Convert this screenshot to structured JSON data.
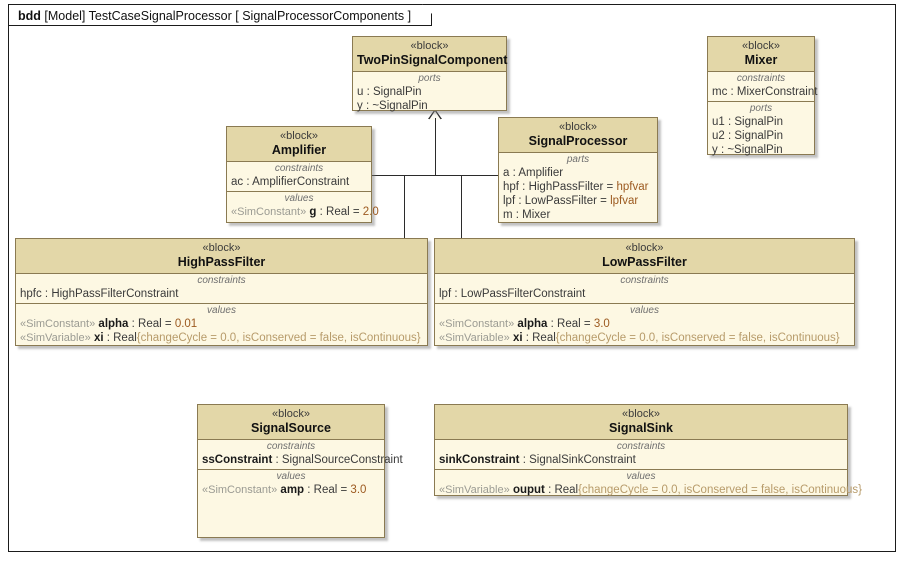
{
  "frame": {
    "kind": "bdd",
    "model": "[Model]",
    "package": "TestCaseSignalProcessor",
    "diagram": "[ SignalProcessorComponents ]"
  },
  "labels": {
    "stereotype_block": "«block»",
    "constraints": "constraints",
    "values": "values",
    "ports": "ports",
    "parts": "parts",
    "sim_constant": "«SimConstant»",
    "sim_variable": "«SimVariable»"
  },
  "colors": {
    "header_fill": "#e3d7a8",
    "body_fill": "#fdf8e3",
    "border": "#8a7a52",
    "value_text": "#9c5a20",
    "tag_text": "#b79b6a",
    "stereotype_text": "#9b9b93",
    "line": "#2b2b2b"
  },
  "blocks": {
    "two_pin": {
      "name": "TwoPinSignalComponent",
      "ports": [
        "u : SignalPin",
        "y : ~SignalPin"
      ]
    },
    "mixer": {
      "name": "Mixer",
      "constraints": [
        "mc : MixerConstraint"
      ],
      "ports": [
        "u1 : SignalPin",
        "u2 : SignalPin",
        "y : ~SignalPin"
      ]
    },
    "amplifier": {
      "name": "Amplifier",
      "constraints": [
        "ac : AmplifierConstraint"
      ],
      "value_stereo": "«SimConstant»",
      "value_name": "g",
      "value_type": " : Real = ",
      "value_num": "2.0"
    },
    "signal_processor": {
      "name": "SignalProcessor",
      "parts": [
        {
          "text": "a : Amplifier",
          "assign": ""
        },
        {
          "text": "hpf : HighPassFilter = ",
          "assign": "hpfvar"
        },
        {
          "text": "lpf : LowPassFilter = ",
          "assign": "lpfvar"
        },
        {
          "text": "m : Mixer",
          "assign": ""
        }
      ]
    },
    "high_pass": {
      "name": "HighPassFilter",
      "constraint": "hpfc : HighPassFilterConstraint",
      "const_stereo": "«SimConstant»",
      "const_name": "alpha",
      "const_type": " : Real = ",
      "const_num": "0.01",
      "var_stereo": "«SimVariable»",
      "var_name": "xi",
      "var_type": " : Real",
      "var_tag": "{changeCycle = 0.0, isConserved = false, isContinuous}"
    },
    "low_pass": {
      "name": "LowPassFilter",
      "constraint": "lpf : LowPassFilterConstraint",
      "const_stereo": "«SimConstant»",
      "const_name": "alpha",
      "const_type": " : Real = ",
      "const_num": "3.0",
      "var_stereo": "«SimVariable»",
      "var_name": "xi",
      "var_type": " : Real",
      "var_tag": "{changeCycle = 0.0, isConserved = false, isContinuous}"
    },
    "signal_source": {
      "name": "SignalSource",
      "constraint_name": "ssConstraint",
      "constraint_type": " : SignalSourceConstraint",
      "value_stereo": "«SimConstant»",
      "value_name": "amp",
      "value_type": " : Real = ",
      "value_num": "3.0"
    },
    "signal_sink": {
      "name": "SignalSink",
      "constraint_name": "sinkConstraint",
      "constraint_type": " : SignalSinkConstraint",
      "var_stereo": "«SimVariable»",
      "var_name": "ouput",
      "var_type": " : Real",
      "var_tag": "{changeCycle = 0.0, isConserved = false, isContinuous}"
    }
  }
}
